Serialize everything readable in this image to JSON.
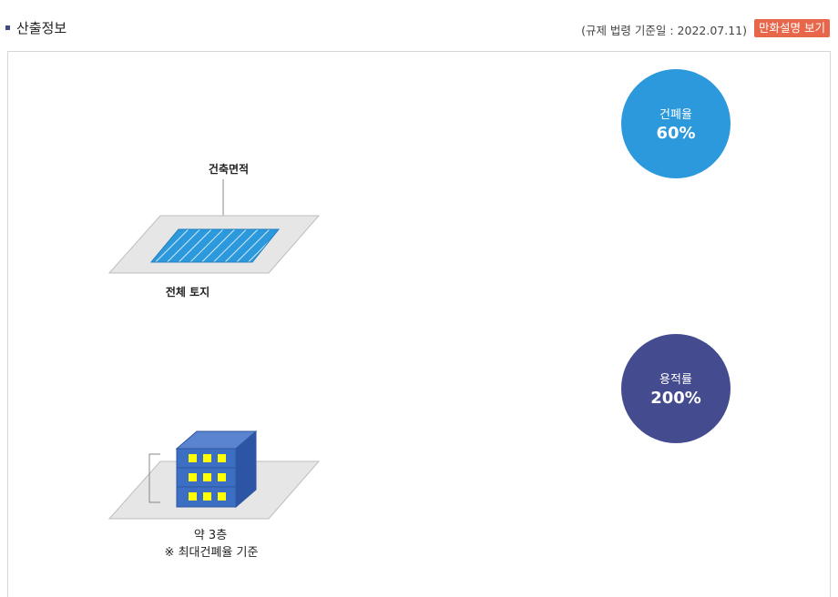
{
  "header": {
    "title": "산출정보",
    "reg_date": "(규제 법령 기준일 : 2022.07.11)",
    "cartoon_button": "만화설명 보기"
  },
  "coverage": {
    "building_area_label": "건축면적",
    "total_land_label": "전체 토지",
    "ratio_label": "건폐율",
    "ratio_value": "60%"
  },
  "floor_area": {
    "floors_label": "약 3층",
    "basis_note": "※ 최대건폐율 기준",
    "ratio_label": "용적률",
    "ratio_value": "200%"
  },
  "colors": {
    "coverage_circle": "#2c99dd",
    "floor_area_circle": "#444b8f",
    "cartoon_button_bg": "#e8674b",
    "building_front": "#3c6fc4",
    "window": "#ffff00"
  }
}
